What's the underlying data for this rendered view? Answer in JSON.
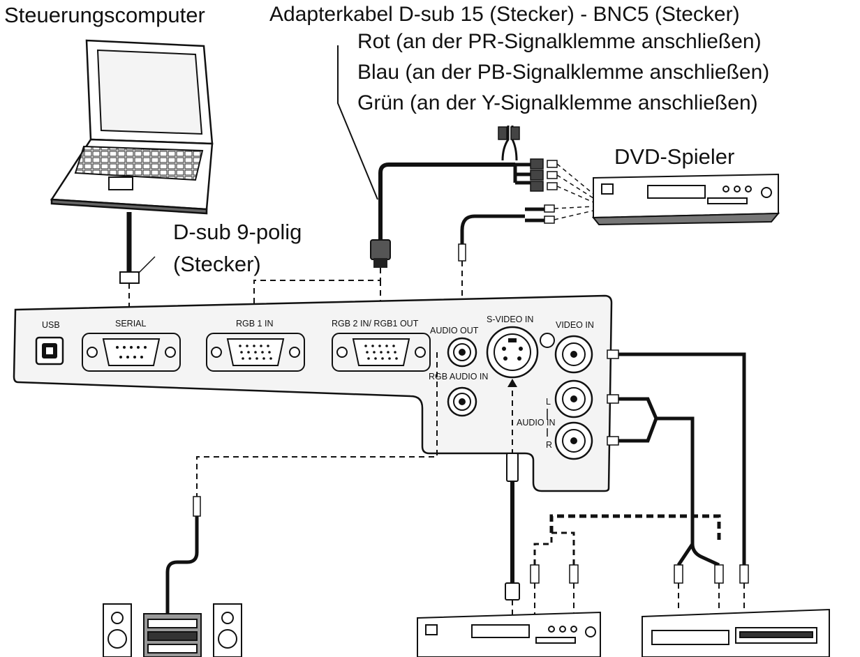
{
  "labels": {
    "computer": "Steuerungscomputer",
    "adapter_cable": "Adapterkabel D-sub 15 (Stecker) - BNC5 (Stecker)",
    "red_line": "Rot (an der PR-Signalklemme anschließen)",
    "blue_line": "Blau (an der PB-Signalklemme anschließen)",
    "green_line": "Grün (an der Y-Signalklemme anschließen)",
    "dvd_player": "DVD-Spieler",
    "dsub9_line1": "D-sub 9-polig",
    "dsub9_line2": "(Stecker)"
  },
  "panel": {
    "usb": "USB",
    "serial": "SERIAL",
    "rgb1_in": "RGB 1 IN",
    "rgb2_in_rgb1_out": "RGB 2 IN/ RGB1 OUT",
    "audio_out": "AUDIO OUT",
    "svideo_in": "S-VIDEO IN",
    "video_in": "VIDEO IN",
    "rgb_audio_in": "RGB AUDIO IN",
    "audio_in": "AUDIO IN",
    "left": "L",
    "right": "R"
  }
}
